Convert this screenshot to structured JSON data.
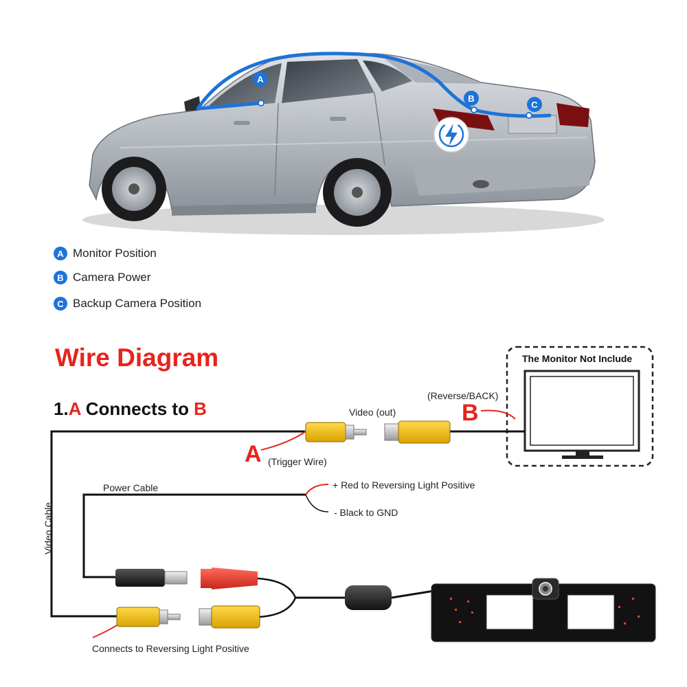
{
  "markers": {
    "a": "A",
    "b": "B",
    "c": "C"
  },
  "legend": [
    {
      "letter": "A",
      "text": "Monitor Position"
    },
    {
      "letter": "B",
      "text": "Camera Power"
    },
    {
      "letter": "C",
      "text": "Backup Camera Position"
    }
  ],
  "diagram": {
    "title": "Wire Diagram",
    "subtitle_prefix": "1.",
    "subtitle_a": "A",
    "subtitle_mid": " Connects to ",
    "subtitle_b": "B",
    "video_out": "Video (out)",
    "reverse_back": "(Reverse/BACK)",
    "letter_a": "A",
    "letter_b": "B",
    "trigger_wire": "(Trigger Wire)",
    "monitor_note": "The Monitor Not Include",
    "power_cable": "Power Cable",
    "red_positive": "+ Red to Reversing Light Positive",
    "black_gnd": "- Black to GND",
    "video_cable": "Video Cable",
    "connects_reversing": "Connects to Reversing Light Positive"
  },
  "colors": {
    "accent_blue": "#1e73d8",
    "title_red": "#e8231c",
    "rca_yellow": "#f2c012",
    "dc_red": "#e63a2b",
    "car_silver": "#b9bdc3"
  }
}
